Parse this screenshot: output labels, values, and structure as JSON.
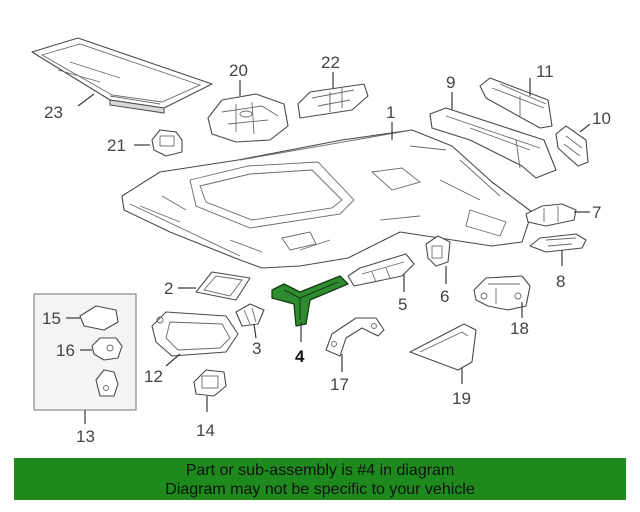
{
  "callouts": {
    "n1": "1",
    "n2": "2",
    "n3": "3",
    "n4": "4",
    "n5": "5",
    "n6": "6",
    "n7": "7",
    "n8": "8",
    "n9": "9",
    "n10": "10",
    "n11": "11",
    "n12": "12",
    "n13": "13",
    "n14": "14",
    "n15": "15",
    "n16": "16",
    "n17": "17",
    "n18": "18",
    "n19": "19",
    "n20": "20",
    "n21": "21",
    "n22": "22",
    "n23": "23"
  },
  "highlight": {
    "color": "#2e8b2e"
  },
  "banner": {
    "line1": "Part or sub-assembly is #4 in diagram",
    "line2": "Diagram may not be specific to your vehicle",
    "color": "#1e8a1e"
  }
}
